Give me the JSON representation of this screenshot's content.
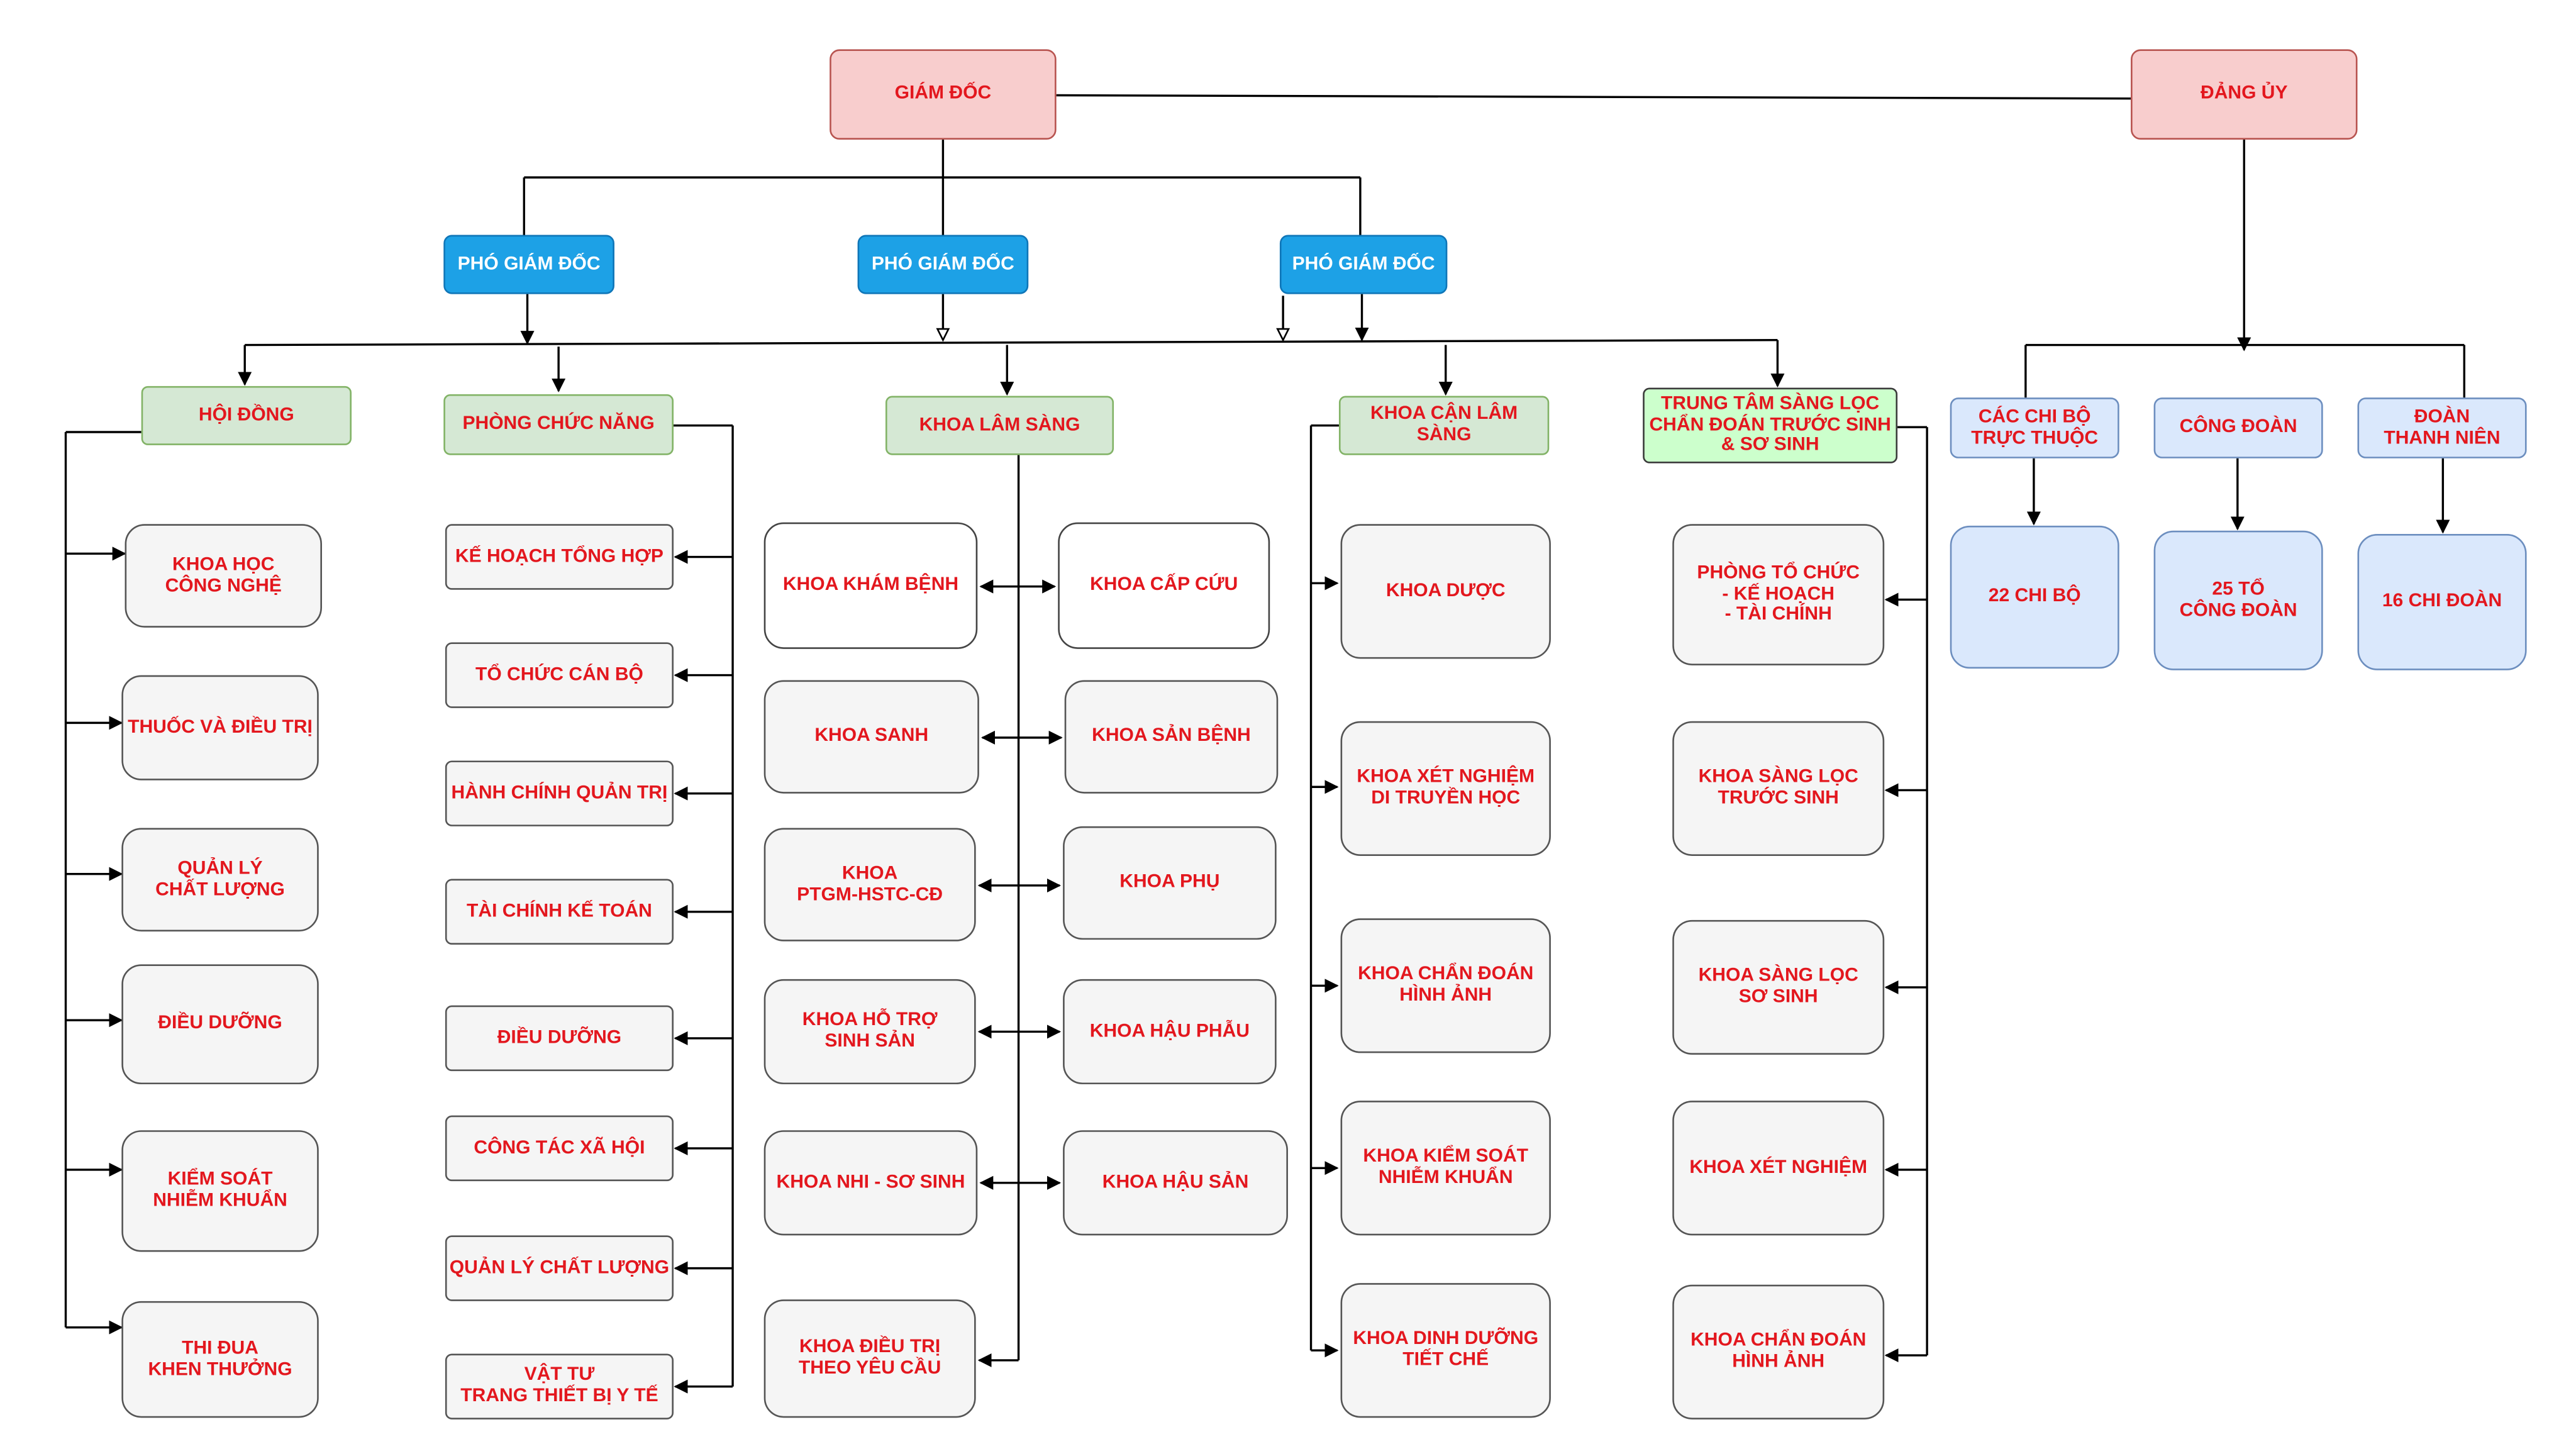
{
  "colors": {
    "text_red": "#e3171e",
    "top_fill": "#f8cdcd",
    "deputy_fill": "#1da1e6",
    "group_fill": "#d5e8d4",
    "center_fill": "#ccffcc",
    "party_unit_fill": "#dae8fc",
    "unit_fill": "#f5f5f5",
    "line": "#000000"
  },
  "leadership": {
    "director": "GIÁM ĐỐC",
    "party_committee": "ĐẢNG ỦY",
    "deputies": [
      "PHÓ GIÁM ĐỐC",
      "PHÓ GIÁM ĐỐC",
      "PHÓ GIÁM ĐỐC"
    ]
  },
  "groups": {
    "council": {
      "title": "HỘI ĐỒNG",
      "items": [
        "KHOA HỌC\nCÔNG NGHỆ",
        "THUỐC VÀ ĐIỀU TRỊ",
        "QUẢN LÝ\nCHẤT LƯỢNG",
        "ĐIỀU DƯỠNG",
        "KIỂM SOÁT\nNHIỄM KHUẨN",
        "THI ĐUA\nKHEN THƯỞNG"
      ]
    },
    "functional": {
      "title": "PHÒNG CHỨC NĂNG",
      "items": [
        "KẾ HOẠCH TỔNG HỢP",
        "TỔ CHỨC CÁN BỘ",
        "HÀNH CHÍNH QUẢN TRỊ",
        "TÀI CHÍNH KẾ TOÁN",
        "ĐIỀU DƯỠNG",
        "CÔNG TÁC XÃ HỘI",
        "QUẢN LÝ CHẤT LƯỢNG",
        "VẬT TƯ\nTRANG THIẾT BỊ Y TẾ"
      ]
    },
    "clinical": {
      "title": "KHOA LÂM SÀNG",
      "left": [
        "KHOA KHÁM BỆNH",
        "KHOA SANH",
        "KHOA\nPTGM-HSTC-CĐ",
        "KHOA HỖ TRỢ\nSINH SẢN",
        "KHOA NHI - SƠ SINH",
        "KHOA ĐIỀU TRỊ\nTHEO YÊU CẦU"
      ],
      "right": [
        "KHOA CẤP CỨU",
        "KHOA SẢN BỆNH",
        "KHOA PHỤ",
        "KHOA HẬU PHẪU",
        "KHOA HẬU SẢN"
      ]
    },
    "paraclinical": {
      "title": "KHOA CẬN LÂM SÀNG",
      "items": [
        "KHOA DƯỢC",
        "KHOA XÉT NGHIỆM\nDI TRUYỀN HỌC",
        "KHOA CHẨN ĐOÁN\nHÌNH ẢNH",
        "KHOA KIỂM SOÁT\nNHIỄM KHUẨN",
        "KHOA DINH DƯỠNG\nTIẾT CHẾ"
      ]
    },
    "screening": {
      "title": "TRUNG TÂM SÀNG LỌC\nCHẨN ĐOÁN TRƯỚC SINH\n& SƠ SINH",
      "items": [
        "PHÒNG TỔ CHỨC\n- KẾ HOẠCH\n- TÀI CHÍNH",
        "KHOA SÀNG LỌC\nTRƯỚC SINH",
        "KHOA SÀNG LỌC\nSƠ SINH",
        "KHOA XÉT NGHIỆM",
        "KHOA CHẨN ĐOÁN\nHÌNH ẢNH"
      ]
    }
  },
  "party": {
    "units": [
      {
        "title": "CÁC CHI BỘ\nTRỰC THUỘC",
        "child": "22 CHI BỘ"
      },
      {
        "title": "CÔNG ĐOÀN",
        "child": "25 TỔ\nCÔNG ĐOÀN"
      },
      {
        "title": "ĐOÀN\nTHANH NIÊN",
        "child": "16 CHI ĐOÀN"
      }
    ]
  }
}
